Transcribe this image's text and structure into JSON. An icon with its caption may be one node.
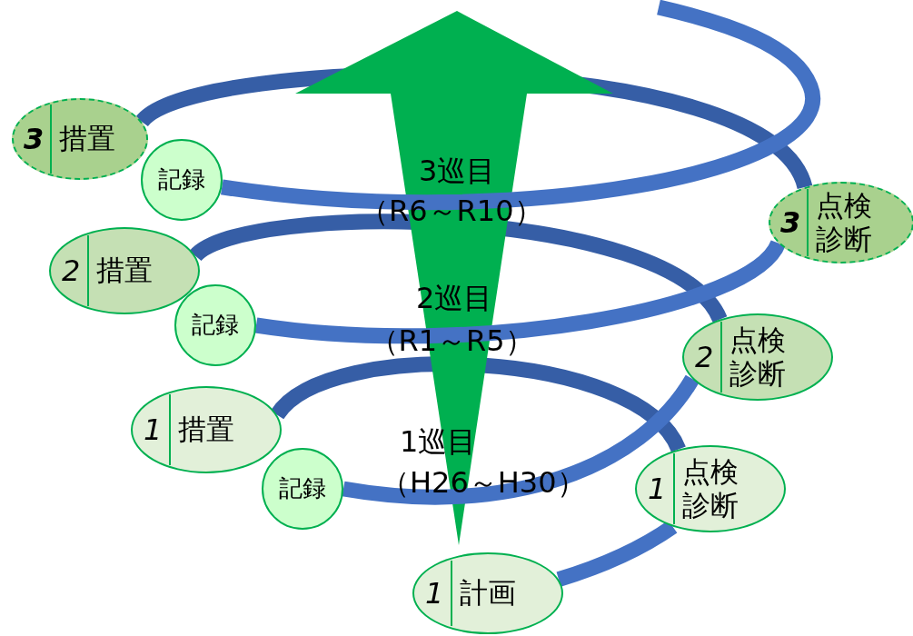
{
  "diagram": {
    "nodes": [
      {
        "text": [
          "3",
          "措置"
        ]
      },
      {
        "text": [
          "記録"
        ]
      },
      {
        "text": [
          "3",
          "点検診断"
        ]
      },
      {
        "text": [
          "2",
          "措置"
        ]
      },
      {
        "text": [
          "記録"
        ]
      },
      {
        "text": [
          "2",
          "点検診断"
        ]
      },
      {
        "text": [
          "1",
          "措置"
        ]
      },
      {
        "text": [
          "記録"
        ]
      },
      {
        "text": [
          "1",
          "点検診断"
        ]
      },
      {
        "text": [
          "1",
          "計画"
        ]
      }
    ],
    "edges": [
      {
        "from": 9,
        "to": 8,
        "arrow": "none"
      },
      {
        "from": 8,
        "to": 6,
        "arrow": "none",
        "color": "#365ea6"
      },
      {
        "from": 7,
        "to": 5,
        "arrow": "none"
      },
      {
        "from": 5,
        "to": 3,
        "arrow": "none",
        "color": "#365ea6"
      },
      {
        "from": 4,
        "to": 2,
        "arrow": "none"
      },
      {
        "from": 2,
        "to": 0,
        "arrow": "none",
        "color": "#365ea6"
      },
      {
        "from": 1,
        "to": null,
        "arrow": "none"
      }
    ],
    "labels": [
      "3巡目",
      "（R6～R10）",
      "2巡目",
      "（R1～R5）",
      "1巡目",
      "（H26～H30）"
    ]
  }
}
